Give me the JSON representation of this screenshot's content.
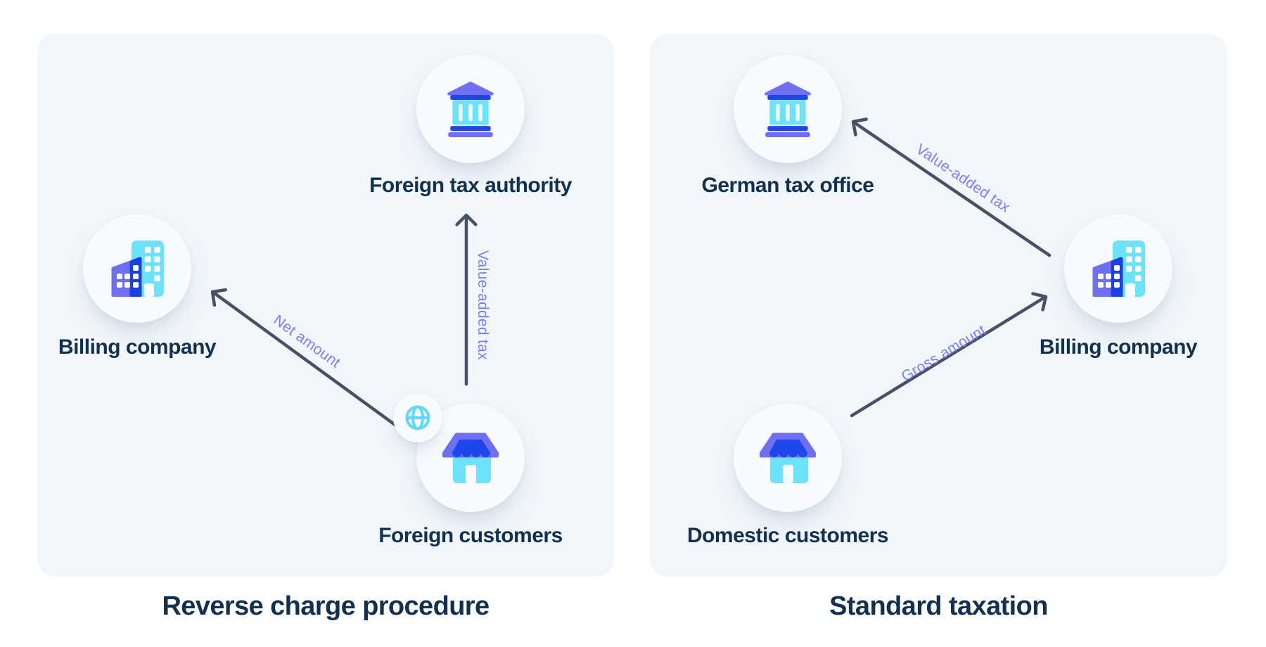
{
  "colors": {
    "page_background": "#ffffff",
    "panel_background": "#f1f6fa",
    "node_circle_background": "#f8fbfd",
    "heading_navy": "#14304f",
    "arrow_slate": "#475166",
    "arrow_label_periwinkle": "#7a80f3",
    "icon_purple": "#6f6ff2",
    "icon_blue": "#1e46ec",
    "icon_cyan": "#6ce2fb"
  },
  "panels": [
    {
      "caption": "Reverse charge procedure",
      "nodes": [
        {
          "label": "Foreign tax authority",
          "icon": "bank"
        },
        {
          "label": "Billing company",
          "icon": "office-building"
        },
        {
          "label": "Foreign customers",
          "icon": "store",
          "badge_icon": "globe"
        }
      ],
      "arrows": [
        {
          "from": "Foreign customers",
          "to": "Billing company",
          "label": "Net amount"
        },
        {
          "from": "Foreign customers",
          "to": "Foreign tax authority",
          "label": "Value-added tax"
        }
      ]
    },
    {
      "caption": "Standard taxation",
      "nodes": [
        {
          "label": "German tax office",
          "icon": "bank"
        },
        {
          "label": "Billing company",
          "icon": "office-building"
        },
        {
          "label": "Domestic customers",
          "icon": "store"
        }
      ],
      "arrows": [
        {
          "from": "Billing company",
          "to": "German tax office",
          "label": "Value-added tax"
        },
        {
          "from": "Domestic customers",
          "to": "Billing company",
          "label": "Gross amount"
        }
      ]
    }
  ]
}
